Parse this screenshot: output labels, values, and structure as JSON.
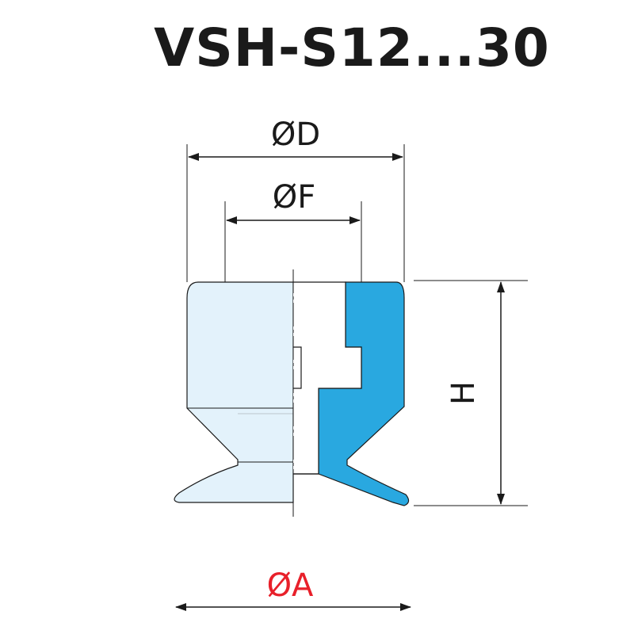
{
  "title": "VSH-S12...30",
  "labels": {
    "diameter_d": "ØD",
    "diameter_f": "ØF",
    "diameter_a": "ØA",
    "height_h": "H"
  },
  "colors": {
    "body_light": "#e3f2fb",
    "body_section": "#29a8e0",
    "outline": "#1a1a1a",
    "accent_red": "#e8202a"
  }
}
